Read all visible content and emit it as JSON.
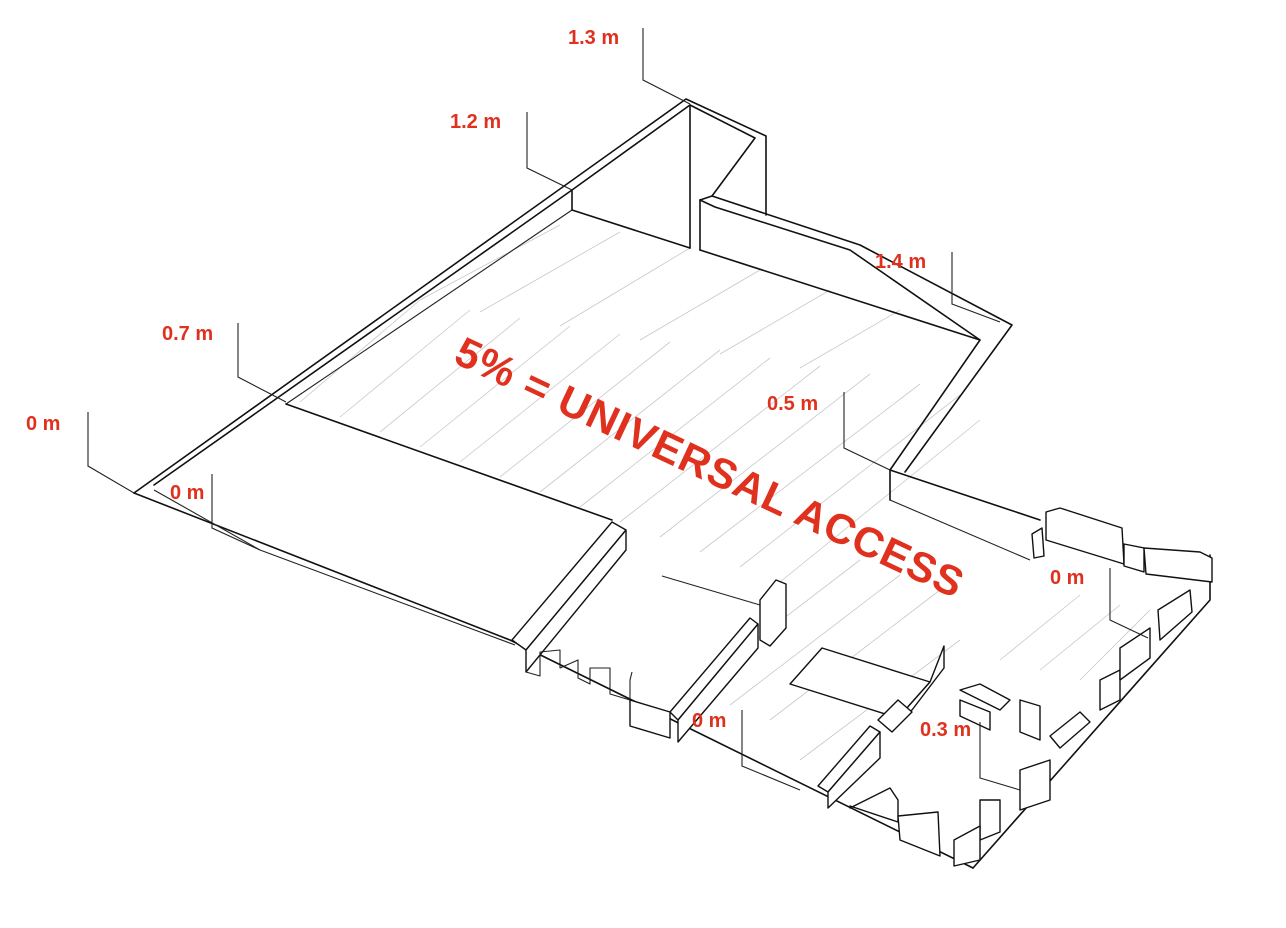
{
  "colors": {
    "accent": "#e0301e",
    "linework": "#111111"
  },
  "slogan": {
    "text": "5%  =  UNIVERSAL ACCESS"
  },
  "elevations": [
    {
      "id": "elev-a",
      "label": "1.3 m"
    },
    {
      "id": "elev-b",
      "label": "1.2 m"
    },
    {
      "id": "elev-c",
      "label": "1.4 m"
    },
    {
      "id": "elev-d",
      "label": "0.7 m"
    },
    {
      "id": "elev-e",
      "label": "0 m"
    },
    {
      "id": "elev-f",
      "label": "0 m"
    },
    {
      "id": "elev-g",
      "label": "0.5 m"
    },
    {
      "id": "elev-h",
      "label": "0 m"
    },
    {
      "id": "elev-i",
      "label": "0 m"
    },
    {
      "id": "elev-j",
      "label": "0.3 m"
    }
  ]
}
